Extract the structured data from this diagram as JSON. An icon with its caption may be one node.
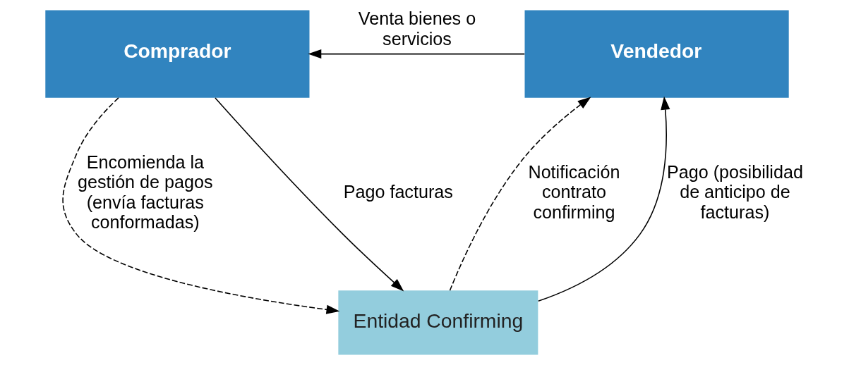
{
  "diagram": {
    "nodes": [
      {
        "text": [
          "Comprador"
        ]
      },
      {
        "text": [
          "Vendedor"
        ]
      },
      {
        "text": [
          "Entidad Confirming"
        ]
      }
    ],
    "edges": [
      {
        "from": 1,
        "to": 0,
        "arrow": "to",
        "label": "Venta bienes o servicios"
      },
      {
        "from": 0,
        "to": 2,
        "arrow": "to",
        "style": "dashed",
        "label": "Encomienda la gestión de pagos (envía facturas conformadas)"
      },
      {
        "from": 0,
        "to": 2,
        "arrow": "to",
        "label": "Pago facturas"
      },
      {
        "from": 2,
        "to": 1,
        "arrow": "to",
        "style": "dashed",
        "label": "Notificación contrato confirming"
      },
      {
        "from": 2,
        "to": 1,
        "arrow": "to",
        "label": "Pago (posibilidad de anticipo de facturas)"
      }
    ]
  }
}
